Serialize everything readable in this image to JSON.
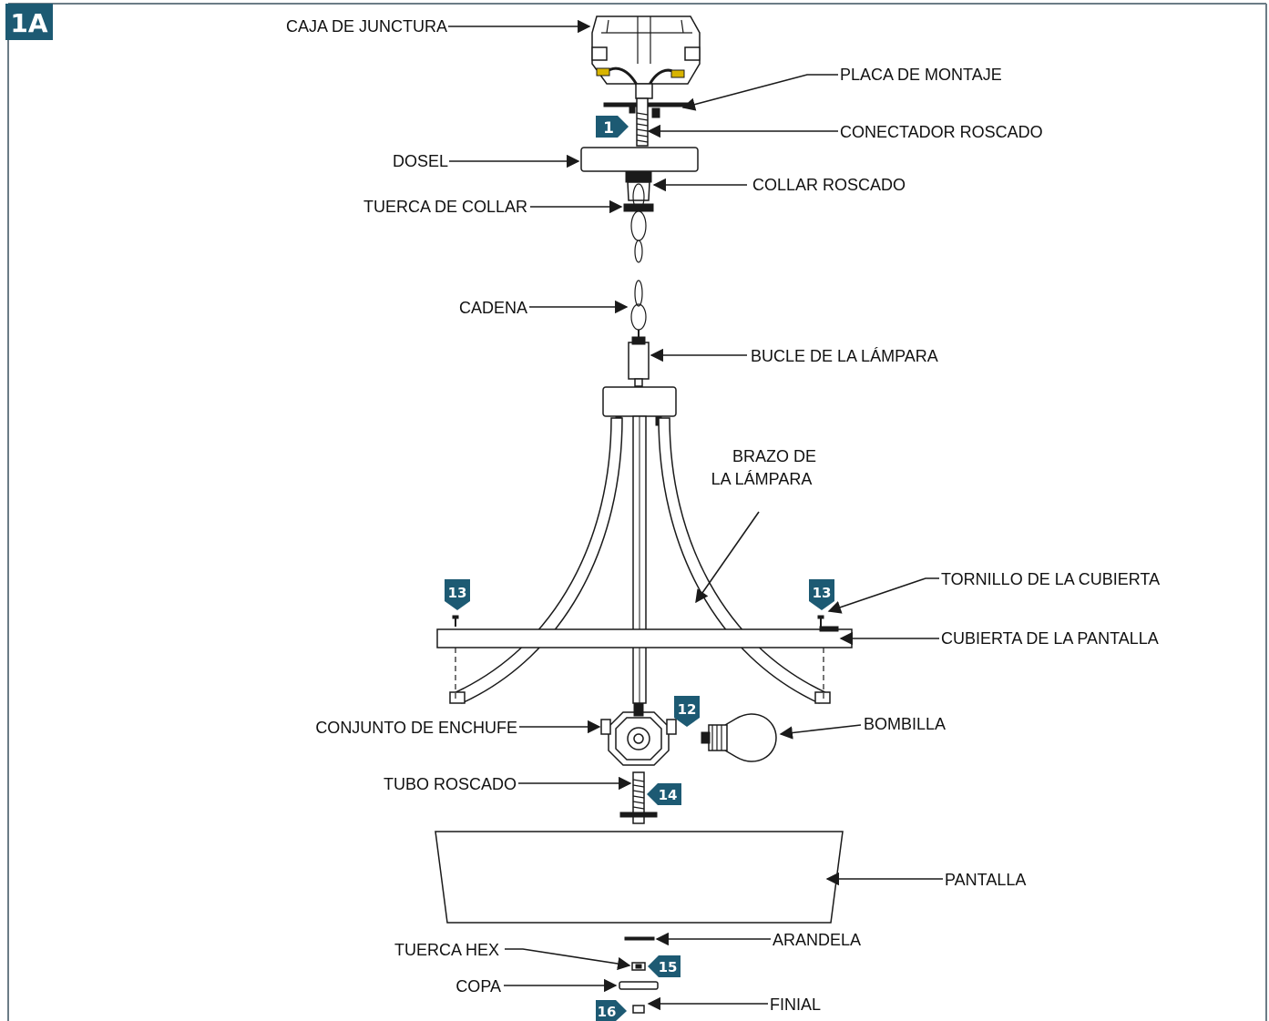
{
  "figure": {
    "id": "1A",
    "colors": {
      "badge": "#1d5a73",
      "line": "#1a1a1a",
      "border": "#6b7c86"
    }
  },
  "labels": {
    "caja_de_junctura": "CAJA DE JUNCTURA",
    "placa_de_montaje": "PLACA DE MONTAJE",
    "conectador_roscado": "CONECTADOR ROSCADO",
    "dosel": "DOSEL",
    "collar_roscado": "COLLAR ROSCADO",
    "tuerca_de_collar": "TUERCA DE COLLAR",
    "cadena": "CADENA",
    "bucle_de_la_lampara": "BUCLE DE LA LÁMPARA",
    "brazo_line1": "BRAZO DE",
    "brazo_line2": "LA LÁMPARA",
    "tornillo_de_la_cubierta": "TORNILLO DE LA CUBIERTA",
    "cubierta_de_la_pantalla": "CUBIERTA DE LA PANTALLA",
    "conjunto_de_enchufe": "CONJUNTO DE ENCHUFE",
    "bombilla": "BOMBILLA",
    "tubo_roscado": "TUBO ROSCADO",
    "pantalla": "PANTALLA",
    "arandela": "ARANDELA",
    "tuerca_hex": "TUERCA HEX",
    "copa": "COPA",
    "finial": "FINIAL"
  },
  "steps": {
    "s1": "1",
    "s12": "12",
    "s13_left": "13",
    "s13_right": "13",
    "s14": "14",
    "s15": "15",
    "s16": "16"
  }
}
